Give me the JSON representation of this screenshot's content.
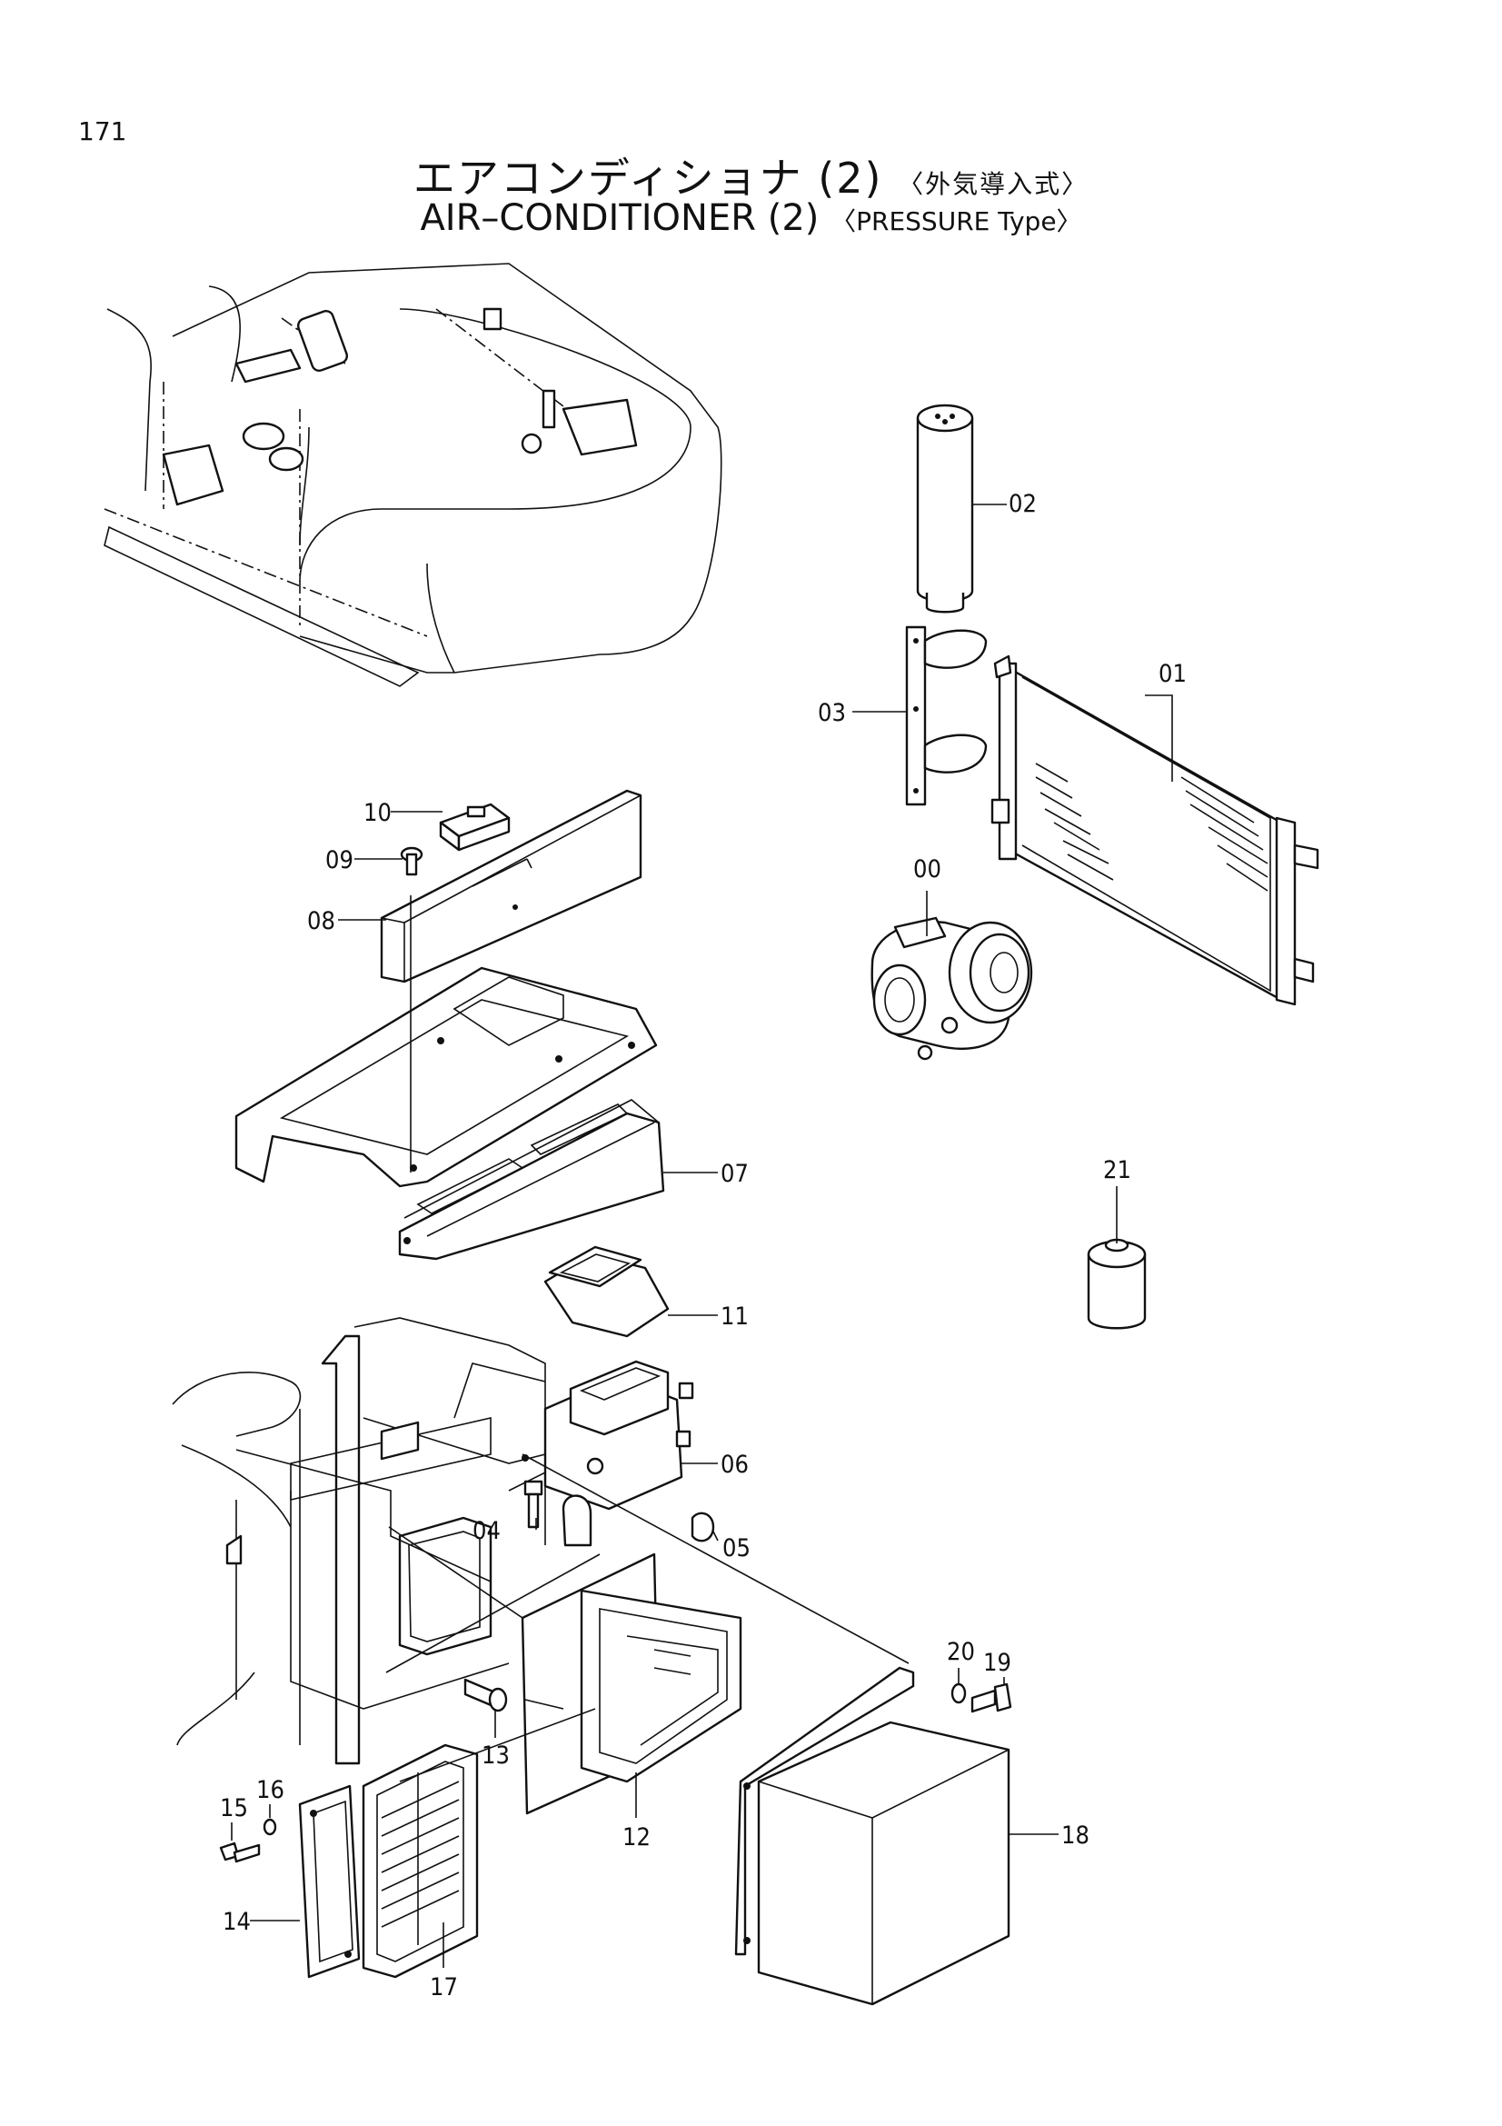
{
  "page_number": "171",
  "title_jp": {
    "main": "エアコンディショナ (2)",
    "sub": "〈外気導入式〉"
  },
  "title_en": {
    "main": "AIR–CONDITIONER (2)",
    "sub": "〈PRESSURE Type〉"
  },
  "callouts": [
    "00",
    "01",
    "02",
    "03",
    "04",
    "05",
    "06",
    "07",
    "08",
    "09",
    "10",
    "11",
    "12",
    "13",
    "14",
    "15",
    "16",
    "17",
    "18",
    "19",
    "20",
    "21"
  ]
}
